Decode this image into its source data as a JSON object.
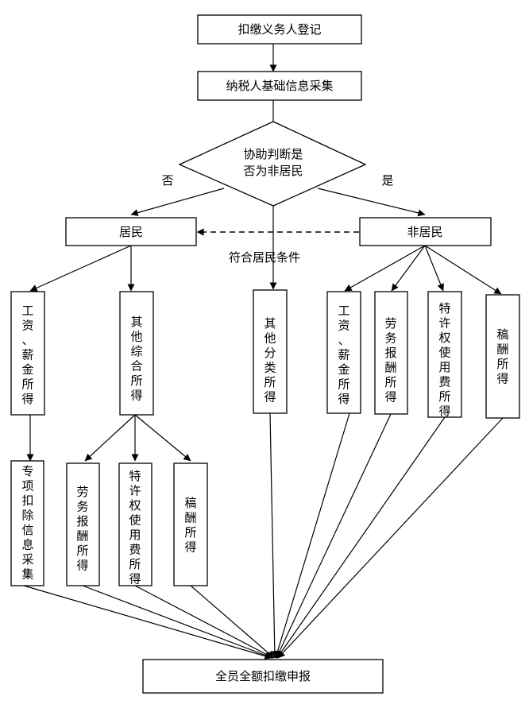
{
  "nodes": {
    "register": "扣缴义务人登记",
    "basic_info": "纳税人基础信息采集",
    "judge_line1": "协助判断是",
    "judge_line2": "否为非居民",
    "resident": "居民",
    "nonresident": "非居民",
    "r_wage": "工资、薪金所得",
    "r_other_comprehensive": "其他综合所得",
    "other_category": "其他分类所得",
    "n_wage": "工资、薪金所得",
    "n_labor": "劳务报酬所得",
    "n_royalty": "特许权使用费所得",
    "n_manuscript": "稿酬所得",
    "special_deduction": "专项扣除信息采集",
    "r_labor": "劳务报酬所得",
    "r_royalty": "特许权使用费所得",
    "r_manuscript": "稿酬所得",
    "final": "全员全额扣缴申报"
  },
  "edge_labels": {
    "no": "否",
    "yes": "是",
    "meets_resident": "符合居民条件"
  }
}
